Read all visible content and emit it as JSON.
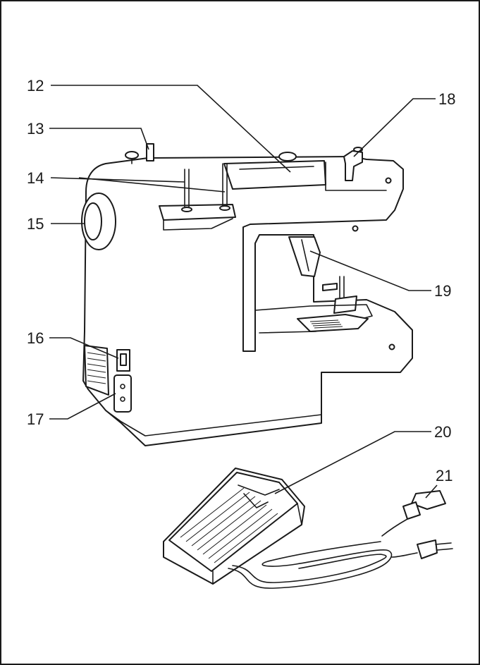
{
  "labels": {
    "l12": "12",
    "l13": "13",
    "l14": "14",
    "l15": "15",
    "l16": "16",
    "l17": "17",
    "l18": "18",
    "l19": "19",
    "l20": "20",
    "l21": "21"
  },
  "colors": {
    "ink": "#1a1a1a",
    "paper": "#ffffff"
  }
}
